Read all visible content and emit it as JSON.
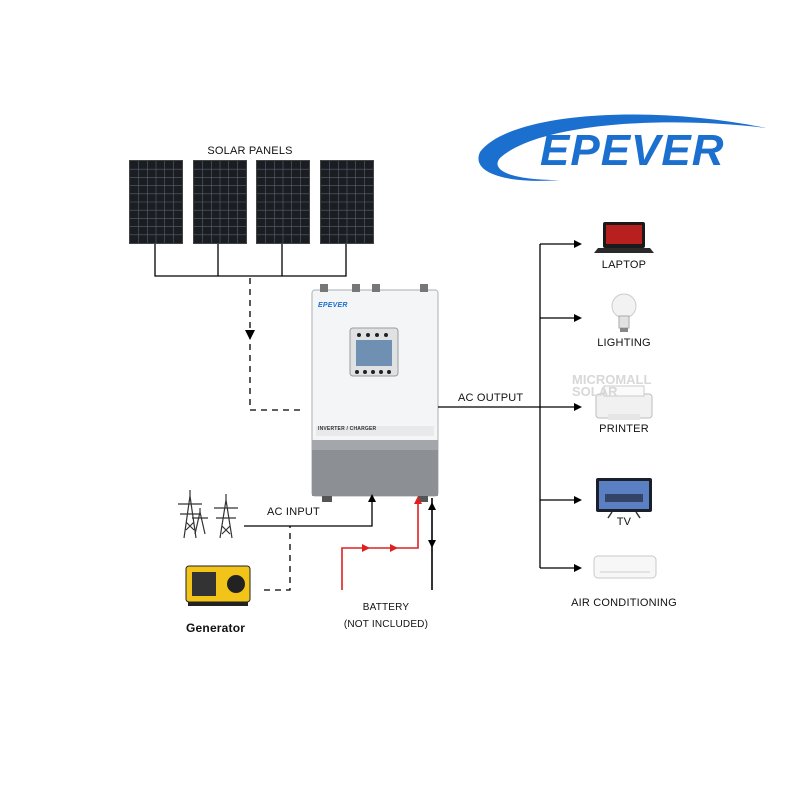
{
  "brand": {
    "name": "EPEVER",
    "color": "#1b6fcf"
  },
  "labels": {
    "solar_panels": "SOLAR PANELS",
    "ac_output": "AC OUTPUT",
    "ac_input": "AC INPUT",
    "generator": "Generator",
    "battery_line1": "BATTERY",
    "battery_line2": "(NOT INCLUDED)"
  },
  "inverter": {
    "brand": "EPEVER",
    "label": "INVERTER / CHARGER"
  },
  "outputs": [
    {
      "label": "LAPTOP",
      "icon": "laptop-icon"
    },
    {
      "label": "LIGHTING",
      "icon": "light-bulb-icon"
    },
    {
      "label": "PRINTER",
      "icon": "printer-icon"
    },
    {
      "label": "TV",
      "icon": "tv-icon"
    },
    {
      "label": "AIR CONDITIONING",
      "icon": "air-conditioner-icon"
    }
  ],
  "inputs": [
    {
      "name": "grid",
      "icon": "power-tower-icon"
    },
    {
      "name": "generator",
      "icon": "generator-icon"
    }
  ],
  "watermark": {
    "line1": "MICROMALL",
    "line2": "SOLAR"
  },
  "colors": {
    "battery_wire": "#e02020",
    "line": "#000000"
  }
}
